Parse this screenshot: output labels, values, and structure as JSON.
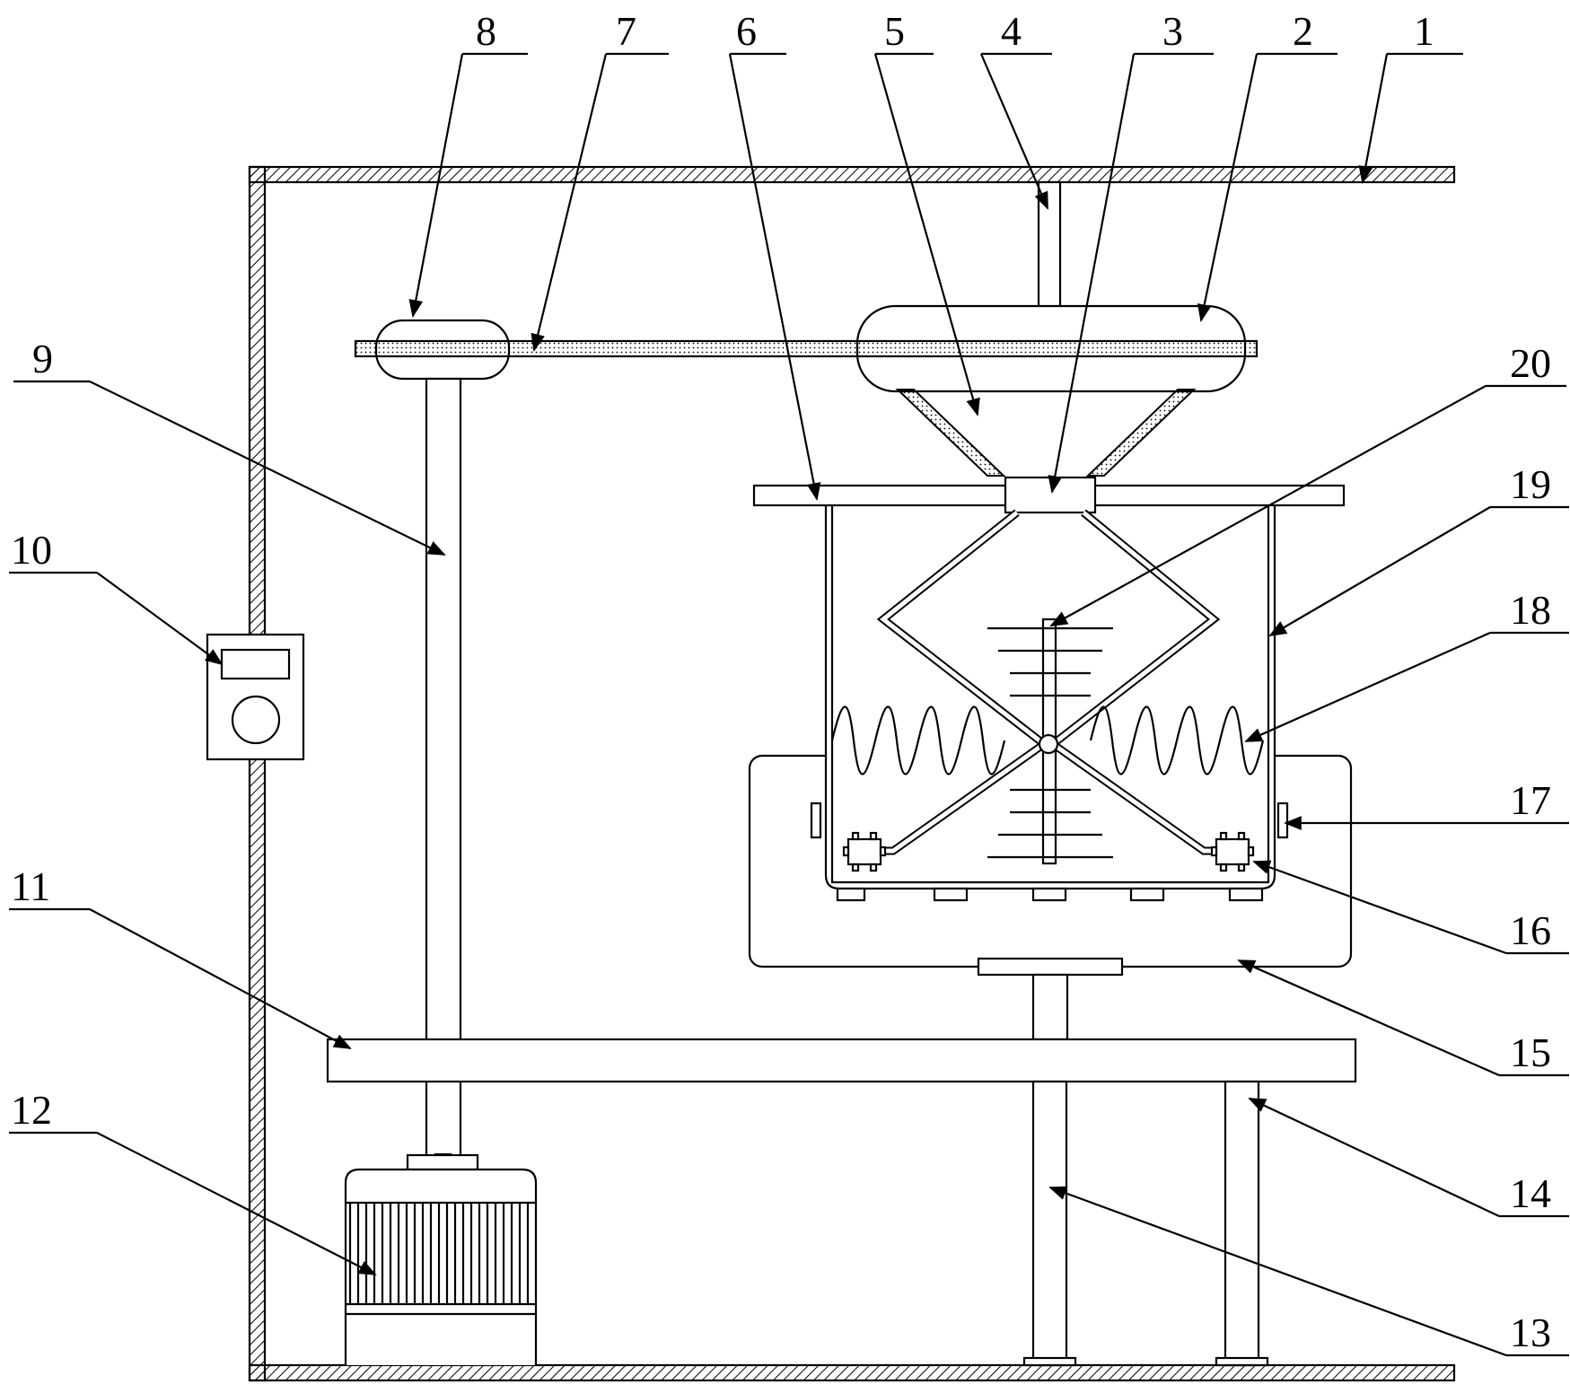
{
  "callouts": [
    {
      "id": "1",
      "text": "1"
    },
    {
      "id": "2",
      "text": "2"
    },
    {
      "id": "3",
      "text": "3"
    },
    {
      "id": "4",
      "text": "4"
    },
    {
      "id": "5",
      "text": "5"
    },
    {
      "id": "6",
      "text": "6"
    },
    {
      "id": "7",
      "text": "7"
    },
    {
      "id": "8",
      "text": "8"
    },
    {
      "id": "9",
      "text": "9"
    },
    {
      "id": "10",
      "text": "10"
    },
    {
      "id": "11",
      "text": "11"
    },
    {
      "id": "12",
      "text": "12"
    },
    {
      "id": "13",
      "text": "13"
    },
    {
      "id": "14",
      "text": "14"
    },
    {
      "id": "15",
      "text": "15"
    },
    {
      "id": "16",
      "text": "16"
    },
    {
      "id": "17",
      "text": "17"
    },
    {
      "id": "18",
      "text": "18"
    },
    {
      "id": "19",
      "text": "19"
    },
    {
      "id": "20",
      "text": "20"
    }
  ],
  "colors": {
    "stroke": "#000000",
    "background": "#ffffff"
  }
}
